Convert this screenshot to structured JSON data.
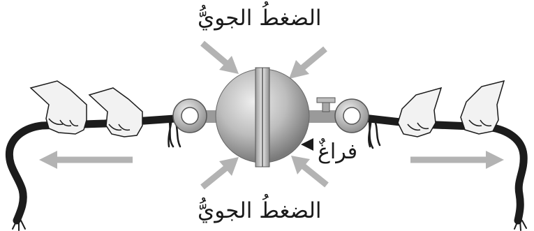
{
  "labels": {
    "top": "الضغطُ الجويُّ",
    "bottom": "الضغطُ الجويُّ",
    "vacuum": "فراغٌ"
  },
  "colors": {
    "arrow": "#b3b3b3",
    "rope": "#1c1c1c",
    "sphere_light": "#e6e6e6",
    "sphere_dark": "#7a7a7a",
    "hand_fill": "#f2f2f2",
    "hand_stroke": "#1a1a1a"
  },
  "icons": {
    "vacuum_pointer": "triangle-left-icon"
  }
}
